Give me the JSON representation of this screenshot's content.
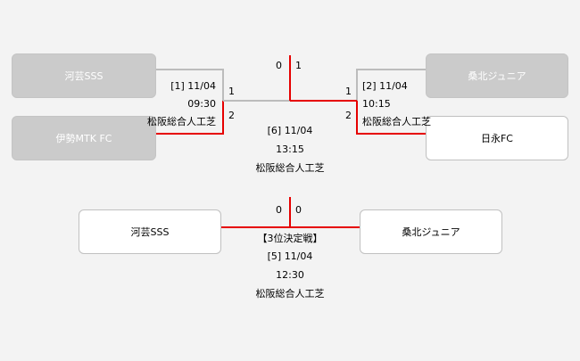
{
  "colors": {
    "background": "#f3f3f3",
    "winner_line": "#e60000",
    "loser_line": "#bcbcbc",
    "team_lost_fill": "#cbcbcb",
    "team_won_fill": "#ffffff"
  },
  "semi1": {
    "team_top": "河芸SSS",
    "team_bottom": "伊勢MTK FC",
    "score_top": "1",
    "score_bottom": "2",
    "match_no": "[1] 11/04",
    "time": "09:30",
    "venue": "松阪総合人工芝"
  },
  "semi2": {
    "team_top": "桑北ジュニア",
    "team_bottom": "日永FC",
    "score_top": "1",
    "score_bottom": "2",
    "match_no": "[2] 11/04",
    "time": "10:15",
    "venue": "松阪総合人工芝"
  },
  "final": {
    "score_left": "0",
    "score_right": "1",
    "match_no": "[6] 11/04",
    "time": "13:15",
    "venue": "松阪総合人工芝"
  },
  "third_place": {
    "team_left": "河芸SSS",
    "team_right": "桑北ジュニア",
    "score_left": "0",
    "score_right": "0",
    "title": "【3位決定戦】",
    "match_no": "[5] 11/04",
    "time": "12:30",
    "venue": "松阪総合人工芝"
  }
}
